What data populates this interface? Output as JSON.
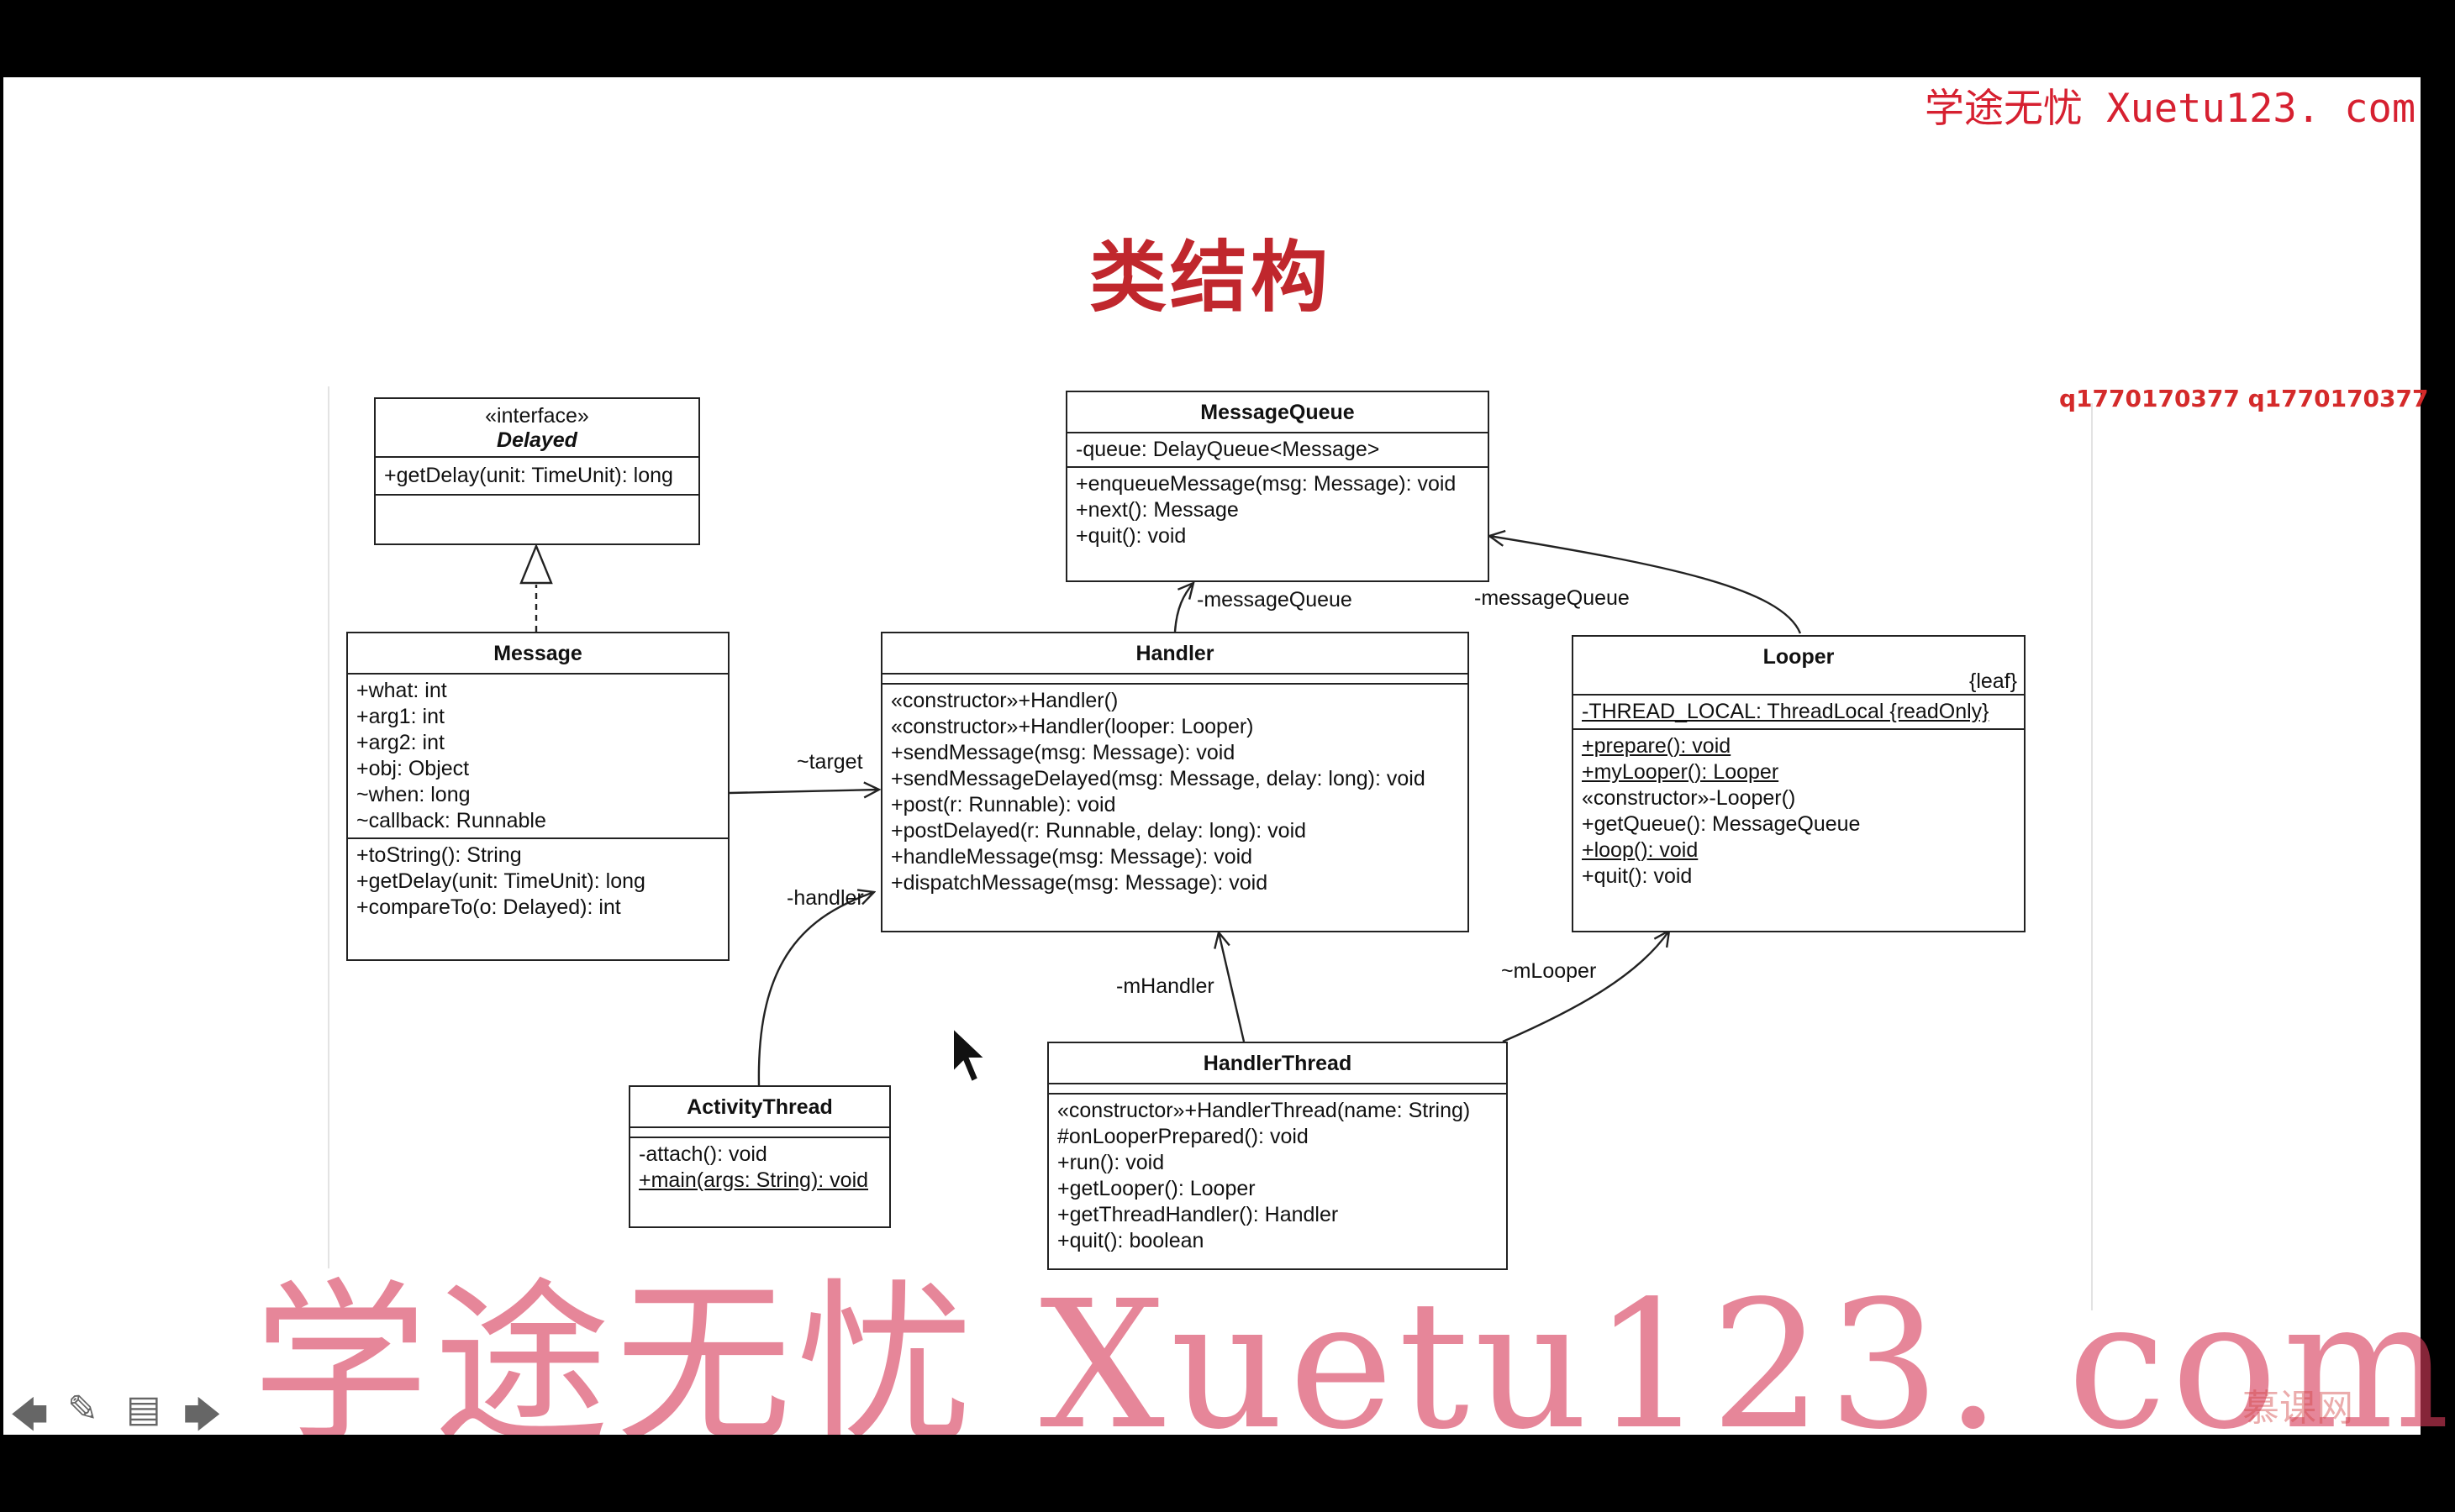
{
  "watermark_top": "学途无忧 Xuetu123. com",
  "watermark_bottom": "学途无忧 Xuetu123. com",
  "title": "类结构",
  "qq_text": "q1770170377 q1770170377",
  "brand": "慕课网",
  "classes": {
    "delayed": {
      "stereotype": "«interface»",
      "name": "Delayed",
      "ops": [
        "+getDelay(unit: TimeUnit): long"
      ]
    },
    "message": {
      "name": "Message",
      "attrs": [
        "+what: int",
        "+arg1: int",
        "+arg2: int",
        "+obj: Object",
        "~when: long",
        "~callback: Runnable"
      ],
      "ops": [
        "+toString(): String",
        "+getDelay(unit: TimeUnit): long",
        "+compareTo(o: Delayed): int"
      ]
    },
    "message_queue": {
      "name": "MessageQueue",
      "attrs": [
        "-queue: DelayQueue<Message>"
      ],
      "ops": [
        "+enqueueMessage(msg: Message): void",
        "+next(): Message",
        "+quit(): void"
      ]
    },
    "handler": {
      "name": "Handler",
      "ops": [
        "«constructor»+Handler()",
        "«constructor»+Handler(looper: Looper)",
        "+sendMessage(msg: Message): void",
        "+sendMessageDelayed(msg: Message, delay: long): void",
        "+post(r: Runnable): void",
        "+postDelayed(r: Runnable, delay: long): void",
        "+handleMessage(msg: Message): void",
        "+dispatchMessage(msg: Message): void"
      ]
    },
    "looper": {
      "name": "Looper",
      "property": "{leaf}",
      "attrs": [
        "-THREAD_LOCAL: ThreadLocal {readOnly}"
      ],
      "ops": [
        "+prepare(): void",
        "+myLooper(): Looper",
        "«constructor»-Looper()",
        "+getQueue(): MessageQueue",
        "+loop(): void",
        "+quit(): void"
      ]
    },
    "activity_thread": {
      "name": "ActivityThread",
      "ops": [
        "-attach(): void",
        "+main(args: String): void"
      ]
    },
    "handler_thread": {
      "name": "HandlerThread",
      "ops": [
        "«constructor»+HandlerThread(name: String)",
        "#onLooperPrepared(): void",
        "+run(): void",
        "+getLooper(): Looper",
        "+getThreadHandler(): Handler",
        "+quit(): boolean"
      ]
    }
  },
  "edge_labels": {
    "handler_queue": "-messageQueue",
    "looper_queue": "-messageQueue",
    "target": "~target",
    "handler": "-handler",
    "m_handler": "-mHandler",
    "m_looper": "~mLooper"
  },
  "nav_icons": [
    "arrow-left-icon",
    "pencil-icon",
    "slides-icon",
    "arrow-right-icon"
  ]
}
